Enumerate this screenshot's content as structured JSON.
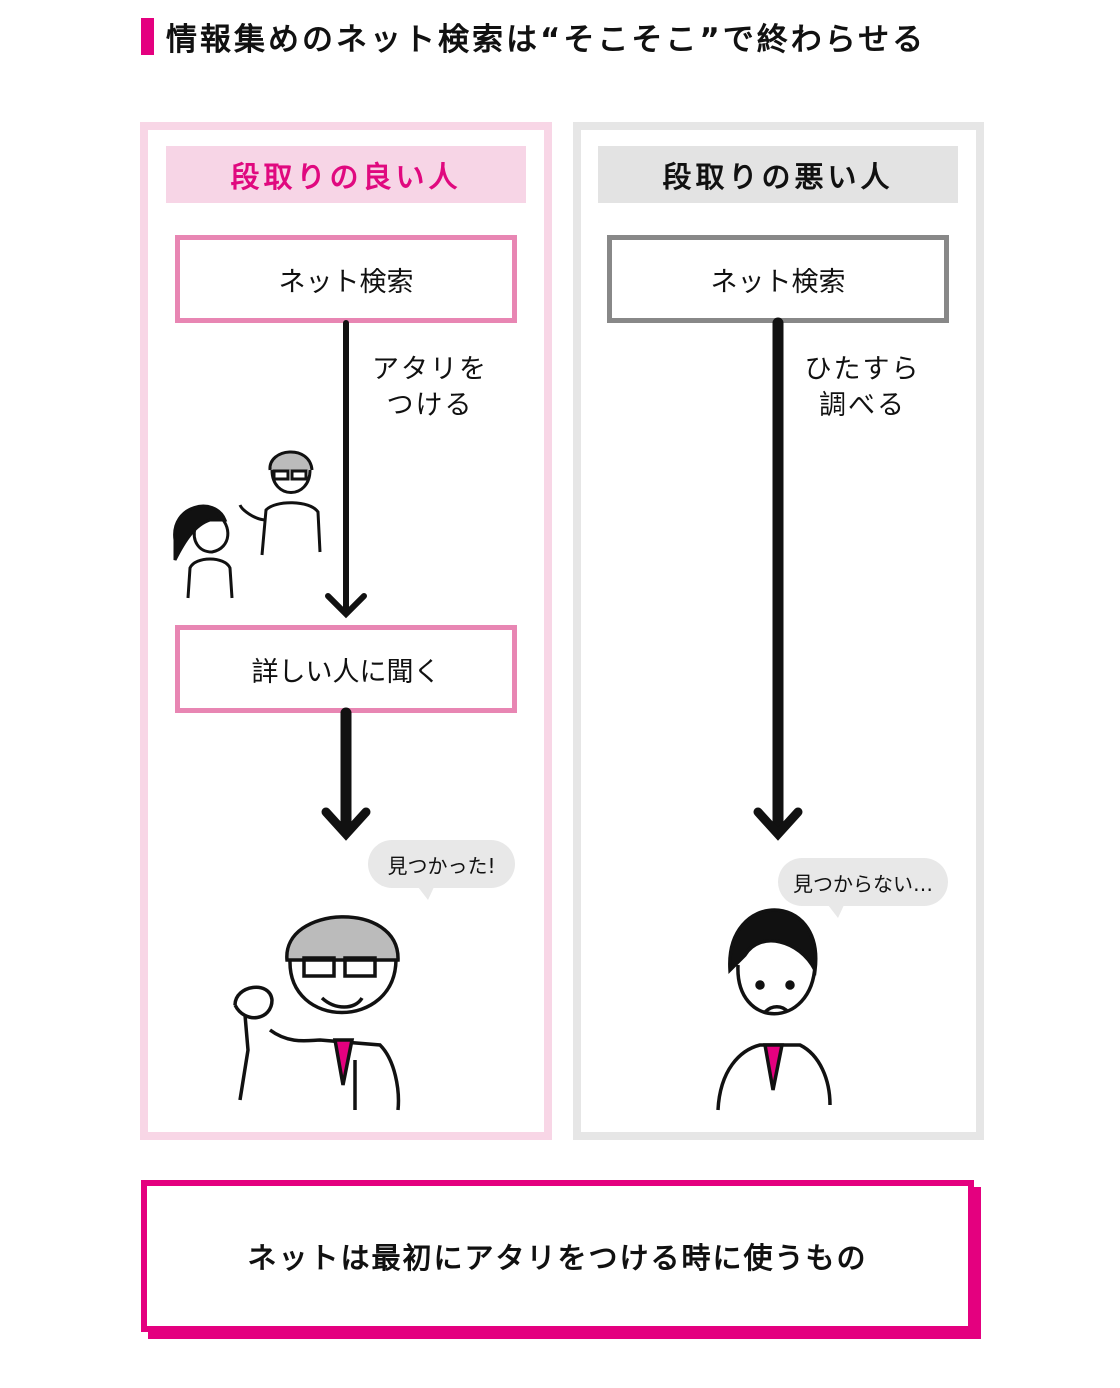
{
  "title": "情報集めのネット検索は“そこそこ”で終わらせる",
  "left": {
    "header": "段取りの良い人",
    "box1": "ネット検索",
    "arrow_label_line1": "アタリを",
    "arrow_label_line2": "つける",
    "box2": "詳しい人に聞く",
    "bubble": "見つかった!"
  },
  "right": {
    "header": "段取りの悪い人",
    "box1": "ネット検索",
    "arrow_label_line1": "ひたすら",
    "arrow_label_line2": "調べる",
    "bubble": "見つからない…"
  },
  "conclusion": "ネットは最初にアタリをつける時に使うもの",
  "colors": {
    "accent": "#e4007f",
    "pink_light": "#f7d5e6",
    "pink_border": "#e886b3",
    "gray": "#e3e3e3",
    "gray_border": "#888888"
  }
}
